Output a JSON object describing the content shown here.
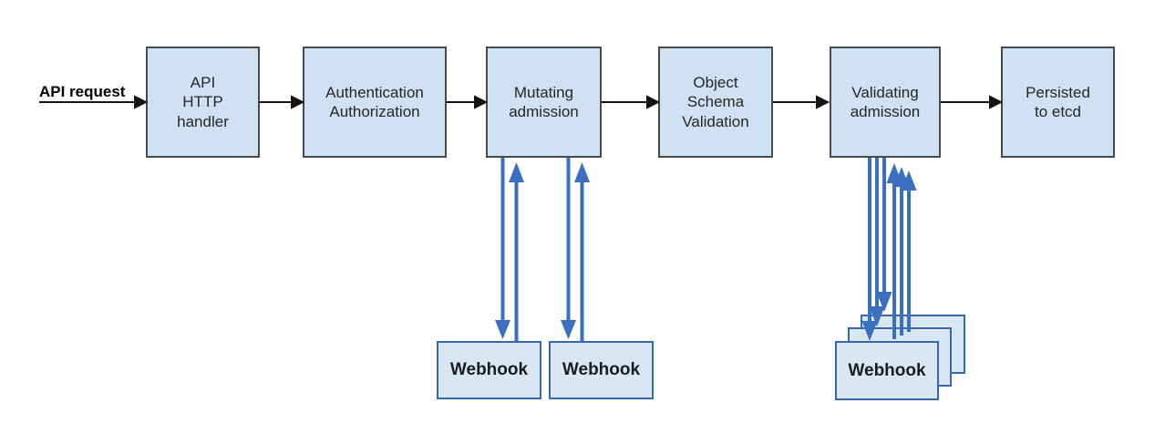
{
  "diagram": {
    "kind": "flowchart",
    "request_label": "API request",
    "nodes": [
      {
        "id": "api-http-handler",
        "label": "API\nHTTP\nhandler"
      },
      {
        "id": "authentication-authorization",
        "label": "Authentication\nAuthorization"
      },
      {
        "id": "mutating-admission",
        "label": "Mutating\nadmission"
      },
      {
        "id": "object-schema-validation",
        "label": "Object\nSchema\nValidation"
      },
      {
        "id": "validating-admission",
        "label": "Validating\nadmission"
      },
      {
        "id": "persisted-to-etcd",
        "label": "Persisted\nto etcd"
      }
    ],
    "webhooks": {
      "mutating": [
        {
          "label": "Webhook"
        },
        {
          "label": "Webhook"
        }
      ],
      "validating": [
        {
          "label": "Webhook"
        }
      ]
    },
    "colors": {
      "node_fill": "#cfe2f3",
      "node_border": "#4a4a4a",
      "webhook_fill": "#d9e7f5",
      "webhook_border": "#3867ad",
      "flow_arrow": "#141414",
      "webhook_arrow": "#3b6fbf"
    }
  }
}
